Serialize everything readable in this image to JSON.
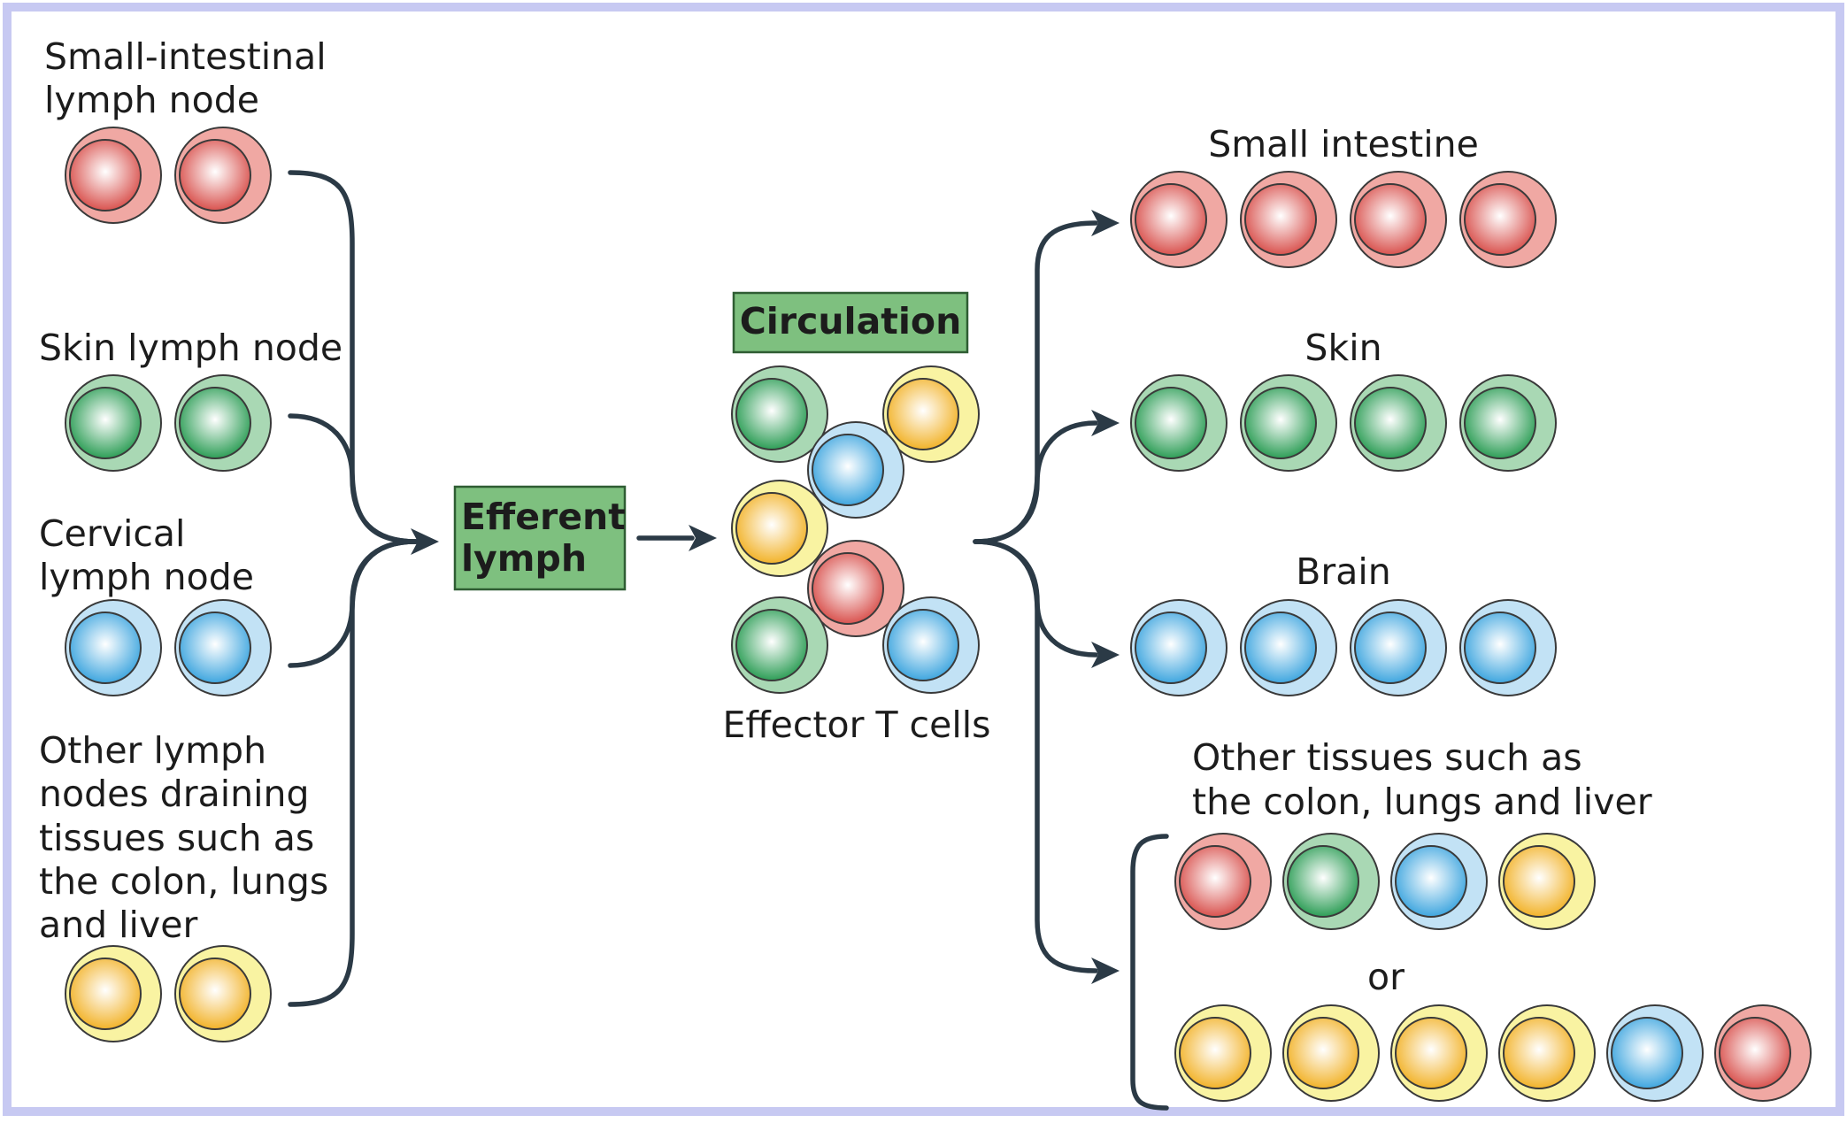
{
  "colors": {
    "red_outer": "#f0a8a3",
    "red_inner": "#d9534f",
    "green_outer": "#a9d8b4",
    "green_inner": "#2e9e57",
    "blue_outer": "#c2e2f5",
    "blue_inner": "#3fa6df",
    "yellow_outer": "#f9f3a2",
    "yellow_inner": "#f2b32a",
    "box_fill": "#7ec07f",
    "box_stroke": "#2f5d33",
    "arrow": "#2b3a46",
    "frame": "#c7c9f2"
  },
  "sources": {
    "small_intestinal": {
      "label": [
        "Small-intestinal",
        "lymph node"
      ],
      "cells": [
        "red",
        "red"
      ]
    },
    "skin": {
      "label": [
        "Skin lymph node"
      ],
      "cells": [
        "green",
        "green"
      ]
    },
    "cervical": {
      "label": [
        "Cervical",
        "lymph node"
      ],
      "cells": [
        "blue",
        "blue"
      ]
    },
    "other": {
      "label": [
        "Other lymph",
        "nodes draining",
        "tissues such as",
        "the colon, lungs",
        "and liver"
      ],
      "cells": [
        "yellow",
        "yellow"
      ]
    }
  },
  "efferent_lymph": {
    "label": [
      "Efferent",
      "lymph"
    ]
  },
  "circulation": {
    "label": "Circulation",
    "caption": "Effector T cells",
    "cells": [
      "green",
      "yellow",
      "blue",
      "yellow",
      "red",
      "green",
      "blue"
    ]
  },
  "targets": {
    "small_intestine": {
      "label": "Small intestine",
      "cells": [
        "red",
        "red",
        "red",
        "red"
      ]
    },
    "skin": {
      "label": "Skin",
      "cells": [
        "green",
        "green",
        "green",
        "green"
      ]
    },
    "brain": {
      "label": "Brain",
      "cells": [
        "blue",
        "blue",
        "blue",
        "blue"
      ]
    },
    "other": {
      "label": [
        "Other tissues such as",
        "the colon, lungs and liver"
      ],
      "row1": [
        "red",
        "green",
        "blue",
        "yellow"
      ],
      "or_label": "or",
      "row2": [
        "yellow",
        "yellow",
        "yellow",
        "yellow",
        "blue",
        "red"
      ]
    }
  }
}
